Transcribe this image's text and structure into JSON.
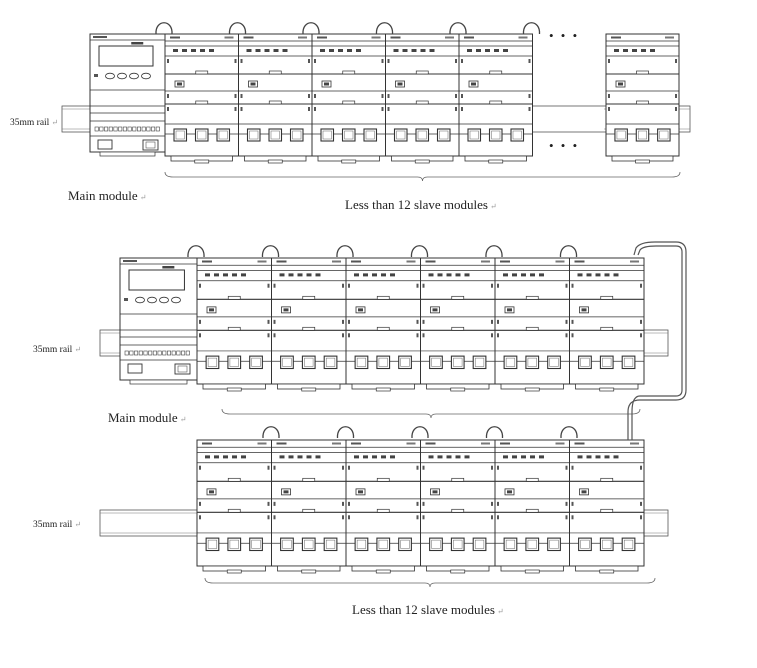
{
  "labels": {
    "rail_label": "35mm rail",
    "main_module_label": "Main module",
    "slave_modules_label": "Less than 12 slave modules",
    "ellipsis": "• • •",
    "return_mark": "↵"
  }
}
